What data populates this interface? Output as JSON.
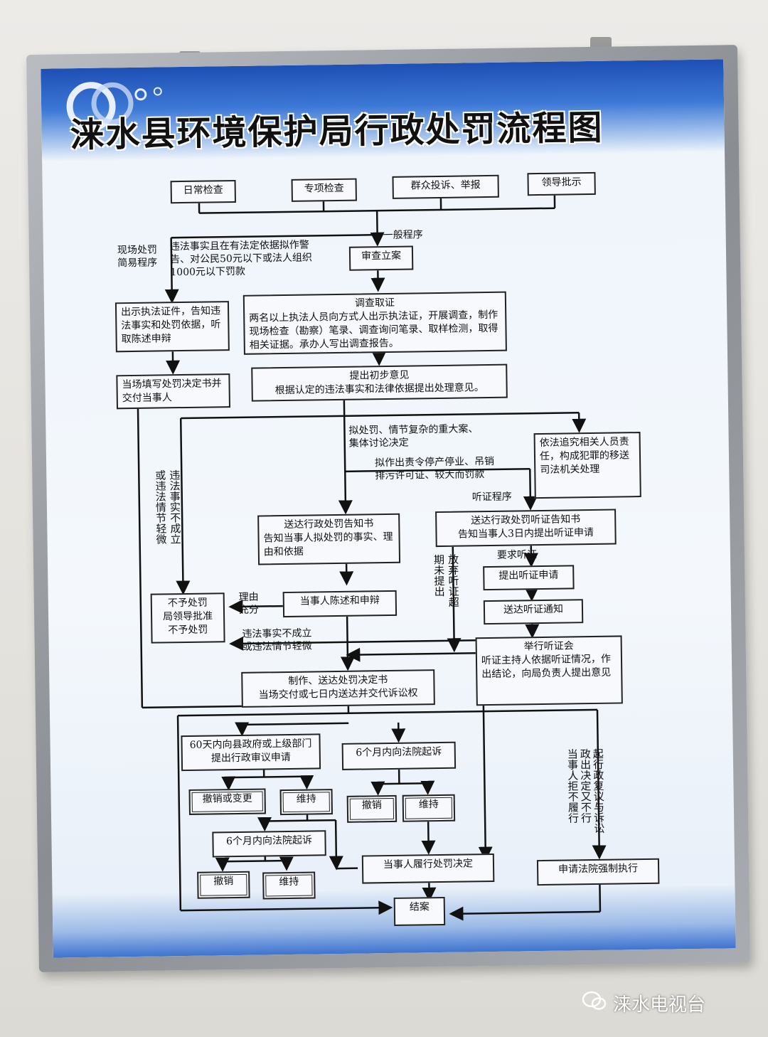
{
  "title": "涞水县环境保护局行政处罚流程图",
  "sources": [
    "日常检查",
    "专项检查",
    "群众投诉、举报",
    "领导批示"
  ],
  "labels": {
    "simple_proc": "现场处罚\n简易程序",
    "simple_cond": "违法事实且在有法定依据拟作警\n告、对公民50元以下或法人组织\n1000元以下罚款",
    "general_proc": "一般程序",
    "discuss": "拟处罚、情节复杂的重大案、\n集体讨论决定",
    "hearing_cond": "拟作出责令停产停业、吊销\n排污许可证、较大而罚款",
    "hearing_proc": "听证程序",
    "request_hearing": "要求听证",
    "reason_ok": "理由\n充分",
    "no_violation": "违法事实不成立\n或违法情节轻微",
    "vertical_left": "或违法情节轻微",
    "vertical_left2": "违法事实不成立",
    "vertical_expire": "期未提出",
    "vertical_waive": "放弃听证超",
    "vertical_right1": "当事人拒不履行",
    "vertical_right2": "政出决定又不行",
    "vertical_right3": "起行政复议与诉讼"
  },
  "boxes": {
    "register": "审查立案",
    "onsite_show": "出示执法证件，告知违法事实和处罚依据，听取陈述申辩",
    "onsite_decide": "当场填写处罚决定书并交付当事人",
    "investigate_title": "调查取证",
    "investigate": "两名以上执法人员向方式人出示执法证，开展调查，制作现场检查（勘察）笔录、调查询问笔录、取样检测，取得相关证据。承办人写出调查报告。",
    "opinion_title": "提出初步意见",
    "opinion": "根据认定的违法事实和法律依据提出处理意见。",
    "judicial": "依法追究相关人员责任，构成犯罪的移送司法机关处理",
    "notice_title": "送达行政处罚告知书",
    "notice": "告知当事人拟处罚的事实、理由和依据",
    "hearing_notice_title": "送达行政处罚听证告知书",
    "hearing_notice": "告知当事人3日内提出听证申请",
    "apply_hearing": "提出听证申请",
    "hearing_letter": "送达听证通知",
    "statement": "当事人陈述和申辩",
    "no_penalty": "不予处罚\n局领导批准\n不予处罚",
    "hold_hearing_title": "举行听证会",
    "hold_hearing": "听证主持人依据听证情况，作出结论，向局负责人提出意见",
    "decision_title": "制作、送达处罚决定书",
    "decision": "当场交付或七日内送达并交代诉讼权",
    "review": "60天内向县政府或上级部门提出行政审议申请",
    "sue1": "6个月内向法院起诉",
    "revoke1": "撤销或变更",
    "uphold1": "维持",
    "revoke2": "撤销",
    "uphold2": "维持",
    "sue2": "6个月内向法院起诉",
    "revoke3": "撤销",
    "uphold3": "维持",
    "perform": "当事人履行处罚决定",
    "enforce": "申请法院强制执行",
    "close": "结案"
  },
  "watermark": "涞水电视台",
  "colors": {
    "banner": "#2a5fc4",
    "poster": "#eef4fb",
    "frame": "#9a9ea3"
  }
}
